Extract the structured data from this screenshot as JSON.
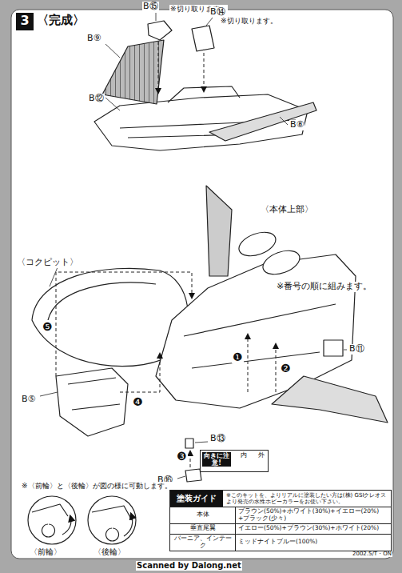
{
  "diagram": {
    "title": "〈完成〉",
    "nodes": [
      {
        "text": [
          "3"
        ]
      },
      {
        "text": [
          "向きに注意!",
          "内",
          "外"
        ]
      },
      {
        "text": [
          "塗装ガイド",
          "※このキットを、よりリアルに塗装したい方は(株) GSIクレオスより発売の水性ホビーカラーをお使い下さい。"
        ]
      },
      {
        "text": [
          "本体"
        ],
        "in": 2
      },
      {
        "text": [
          "ブラウン(50%)+ホワイト(30%)+イエロー(20%)+ブラック(少々)"
        ],
        "in": 2
      },
      {
        "text": [
          "垂直尾翼"
        ],
        "in": 2
      },
      {
        "text": [
          "イエロー(50%)+ブラウン(30%)+ホワイト(20%)"
        ],
        "in": 2
      },
      {
        "text": [
          "バーニア、インテーク"
        ],
        "in": 2
      },
      {
        "text": [
          "ミッドナイトブルー(100%)"
        ],
        "in": 2
      }
    ],
    "labels": [
      "※切り取ります。",
      "B⑮",
      "B⑭",
      "※切り取ります。",
      "B⑨",
      "B⑫",
      "B⑧",
      "〈コクピット〉",
      "〈本体上部〉",
      "※番号の順に組みます。",
      "B⑪",
      "B⑤",
      "B⑬",
      "B⑯",
      "❶",
      "❷",
      "❸",
      "❹",
      "❺",
      "※〈前輪〉と〈後輪〉が図の様に可動します。",
      "〈前輪〉",
      "〈後輪〉",
      "Scanned by Dalong.net",
      "2002.5/T・ON"
    ]
  }
}
